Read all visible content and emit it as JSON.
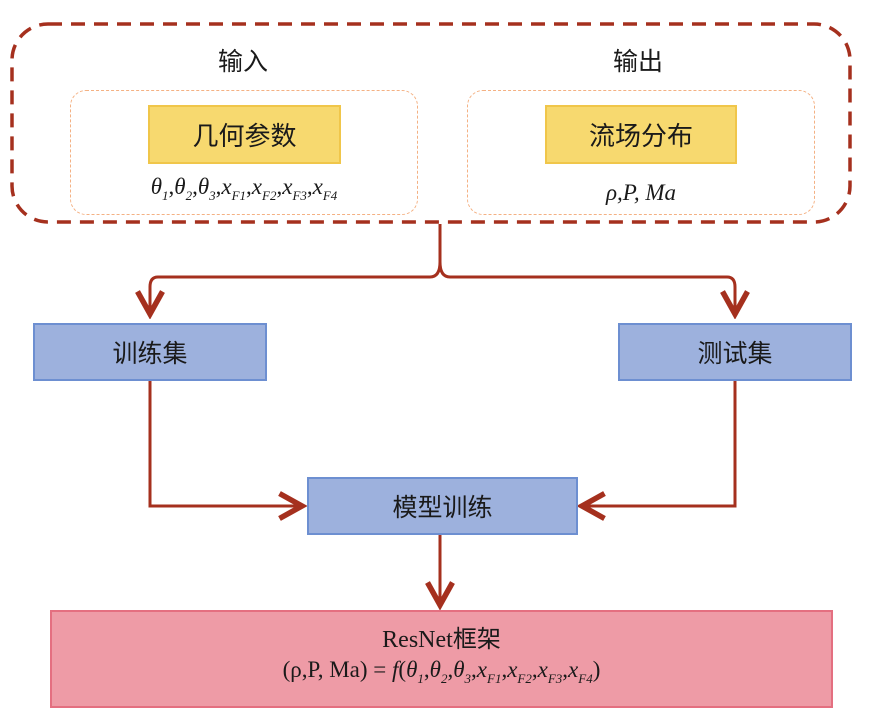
{
  "diagram": {
    "colors": {
      "outer_dashed": "#a5301e",
      "arrow": "#a5301e",
      "inner_dashed": "#f4b183",
      "yellow_fill": "#f7d96f",
      "blue_fill": "#9db1dd",
      "pink_fill": "#ee9ba6"
    },
    "input": {
      "label": "输入",
      "box_label": "几何参数",
      "formula": {
        "terms": [
          {
            "base": "θ",
            "sub": "1"
          },
          {
            "base": "θ",
            "sub": "2"
          },
          {
            "base": "θ",
            "sub": "3"
          },
          {
            "base": "x",
            "sub": "F1"
          },
          {
            "base": "x",
            "sub": "F2"
          },
          {
            "base": "x",
            "sub": "F3"
          },
          {
            "base": "x",
            "sub": "F4"
          }
        ]
      }
    },
    "output": {
      "label": "输出",
      "box_label": "流场分布",
      "formula": "ρ,P, Ma"
    },
    "train_set": {
      "label": "训练集"
    },
    "test_set": {
      "label": "测试集"
    },
    "model_training": {
      "label": "模型训练"
    },
    "resnet": {
      "title": "ResNet框架",
      "lhs": "(ρ,P, Ma)",
      "equals": "=",
      "func": "f",
      "open": "(",
      "close": ")"
    },
    "edges": [
      {
        "from": "input-output-group",
        "to": "train-set-box"
      },
      {
        "from": "input-output-group",
        "to": "test-set-box"
      },
      {
        "from": "train-set-box",
        "to": "model-training-box"
      },
      {
        "from": "test-set-box",
        "to": "model-training-box"
      },
      {
        "from": "model-training-box",
        "to": "resnet-box"
      }
    ]
  }
}
